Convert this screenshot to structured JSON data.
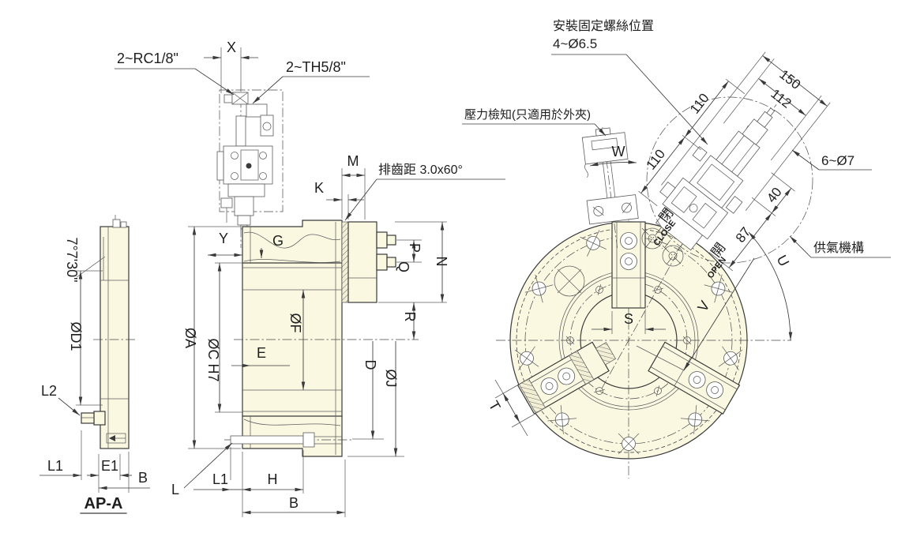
{
  "colors": {
    "body_fill": "#FBF8E2",
    "line": "#3a3a3a",
    "text": "#1e1e1e",
    "background": "#ffffff"
  },
  "side_view": {
    "title": "AP-A",
    "angle": "7°7'30\"",
    "dia_d1": "ØD1",
    "l2": "L2",
    "l1": "L1",
    "e1": "E1",
    "b": "B"
  },
  "section_view": {
    "rc_ports": "2~RC1/8\"",
    "x": "X",
    "th_ports": "2~TH5/8\"",
    "m": "M",
    "k": "K",
    "serration_note": "排齒距 3.0x60°",
    "y": "Y",
    "g": "G",
    "dia_a": "ØA",
    "dia_c": "ØC H7",
    "dia_f": "ØF",
    "e": "E",
    "p": "P",
    "q": "Q",
    "n": "N",
    "r": "R",
    "d": "D",
    "dia_j": "ØJ",
    "l": "L",
    "l1": "L1",
    "h": "H",
    "b": "B"
  },
  "front_view": {
    "pressure_note": "壓力檢知(只適用於外夾)",
    "w": "W",
    "s": "S",
    "t": "T",
    "u": "U",
    "v": "V"
  },
  "air_unit": {
    "mount_note": "安裝固定螺絲位置",
    "mount_holes": "4~Ø6.5",
    "d150": "150",
    "d112": "112",
    "d110a": "110",
    "d110b": "110",
    "d87": "87",
    "d40": "40",
    "holes": "6~Ø7",
    "close_cn": "閉",
    "close_en": "CLOSE",
    "open_cn": "開",
    "open_en": "OPEN",
    "air_note": "供氣機構"
  }
}
